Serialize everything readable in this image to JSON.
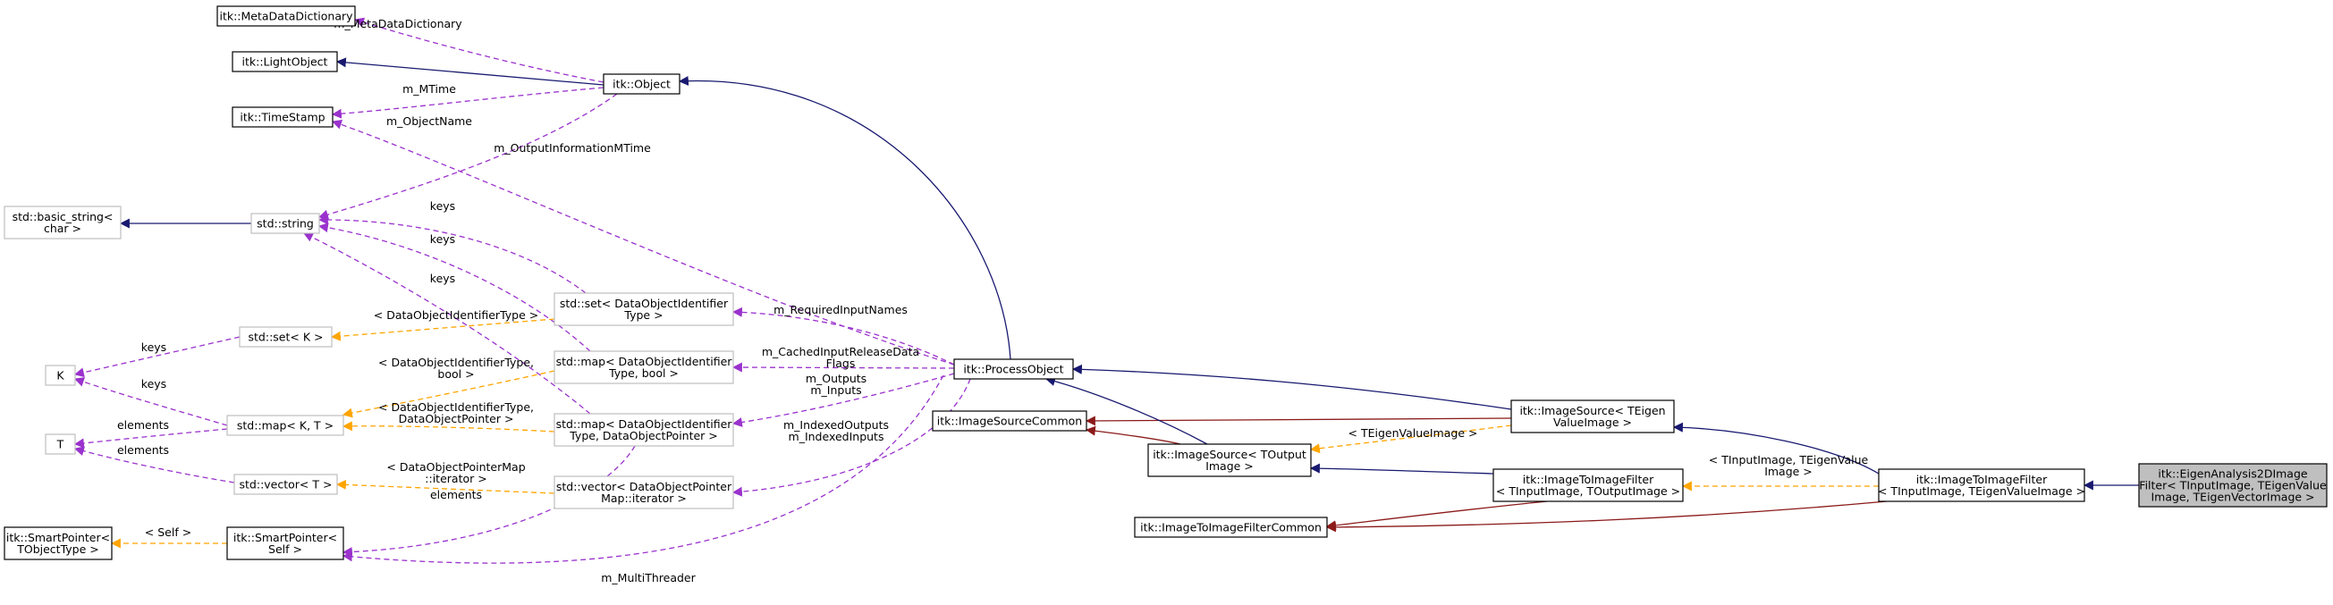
{
  "nodes": {
    "metadatadict": [
      "itk::MetaDataDictionary"
    ],
    "lightobject": [
      "itk::LightObject"
    ],
    "timestamp": [
      "itk::TimeStamp"
    ],
    "object": [
      "itk::Object"
    ],
    "basicstring": [
      "std::basic_string<",
      "char >"
    ],
    "string": [
      "std::string"
    ],
    "setK": [
      "std::set< K >"
    ],
    "K": [
      "K"
    ],
    "T": [
      "T"
    ],
    "mapKT": [
      "std::map< K, T >"
    ],
    "vectorT": [
      "std::vector< T >"
    ],
    "smartptrTObj": [
      "itk::SmartPointer<",
      "TObjectType >"
    ],
    "smartptrSelf": [
      "itk::SmartPointer<",
      "Self >"
    ],
    "setDOI": [
      "std::set< DataObjectIdentifier",
      "Type >"
    ],
    "mapDOIbool": [
      "std::map< DataObjectIdentifier",
      "Type, bool >"
    ],
    "mapDOIptr": [
      "std::map< DataObjectIdentifier",
      "Type, DataObjectPointer >"
    ],
    "vectorDOP": [
      "std::vector< DataObjectPointer",
      "Map::iterator >"
    ],
    "processobject": [
      "itk::ProcessObject"
    ],
    "imgsrccommon": [
      "itk::ImageSourceCommon"
    ],
    "imgsrcTOut": [
      "itk::ImageSource< TOutput",
      "Image >"
    ],
    "imgsrcTEig": [
      "itk::ImageSource< TEigen",
      "ValueImage >"
    ],
    "i2ifilterTIO": [
      "itk::ImageToImageFilter",
      "< TInputImage, TOutputImage >"
    ],
    "i2icommon": [
      "itk::ImageToImageFilterCommon"
    ],
    "i2ifilterTIE": [
      "itk::ImageToImageFilter",
      "< TInputImage, TEigenValueImage >"
    ],
    "eigen": [
      "itk::EigenAnalysis2DImage",
      "Filter< TInputImage, TEigenValue",
      "Image, TEigenVectorImage >"
    ]
  },
  "edge_labels": {
    "m_metadatadictionary": [
      "m_MetaDataDictionary"
    ],
    "m_mtime": [
      "m_MTime"
    ],
    "m_objectname": [
      "m_ObjectName"
    ],
    "m_outputinformationmtime": [
      "m_OutputInformationMTime"
    ],
    "keys_set": [
      "keys"
    ],
    "keys_map1": [
      "keys"
    ],
    "keys_map2": [
      "keys"
    ],
    "keys_setK": [
      "keys"
    ],
    "keys_mapKT": [
      "keys"
    ],
    "elements_map": [
      "elements"
    ],
    "elements_vec": [
      "elements"
    ],
    "elements_tpl": [
      "elements"
    ],
    "tpl_doitype": [
      "< DataObjectIdentifierType >"
    ],
    "tpl_doitype_bool": [
      "< DataObjectIdentifierType,",
      "bool >"
    ],
    "tpl_doitype_ptr": [
      "< DataObjectIdentifierType,",
      "DataObjectPointer >"
    ],
    "tpl_dopm_iter": [
      "< DataObjectPointerMap",
      "::iterator >"
    ],
    "tpl_self": [
      "< Self >"
    ],
    "m_requiredinputnames": [
      "m_RequiredInputNames"
    ],
    "m_cachedinputreleasedataflags": [
      "m_CachedInputReleaseData",
      "Flags"
    ],
    "m_outputs_inputs": [
      "m_Outputs",
      "m_Inputs"
    ],
    "m_indexed": [
      "m_IndexedOutputs",
      "m_IndexedInputs"
    ],
    "m_multithreader": [
      "m_MultiThreader"
    ],
    "tpl_teigenvalueimage": [
      "< TEigenValueImage >"
    ],
    "tpl_tinput_teigen": [
      "< TInputImage, TEigenValue",
      "Image >"
    ]
  },
  "colors": {
    "inheritance": "#191970",
    "private_inheritance": "#8b1a1a",
    "usage": "#9a32cd",
    "template": "#ffa500",
    "node_border_dark": "#000000",
    "node_border_light": "#bfbfbf",
    "highlight_fill": "#bfbfbf"
  }
}
